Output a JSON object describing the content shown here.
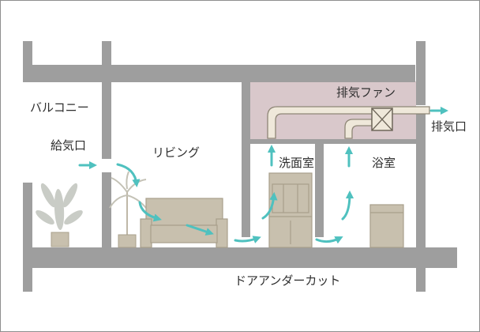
{
  "labels": {
    "balcony": "バルコニー",
    "supply_inlet": "給気口",
    "living": "リビング",
    "exhaust_fan": "排気ファン",
    "exhaust_outlet": "排気口",
    "washroom": "洗面室",
    "bathroom": "浴室",
    "door_undercut": "ドアアンダーカット"
  },
  "colors": {
    "wall": "#9e9e9e",
    "duct_zone": "#d9c8cb",
    "duct": "#efe8da",
    "furniture": "#c8c0ae",
    "furniture_line": "#a89f8b",
    "plant": "#c9ccc6",
    "arrow": "#4fc1bf"
  },
  "icons": [
    "potted-plant-icon",
    "palm-plant-icon",
    "sofa-icon",
    "cabinet-icon",
    "bathtub-icon",
    "exhaust-fan-icon",
    "airflow-arrow-icon"
  ]
}
